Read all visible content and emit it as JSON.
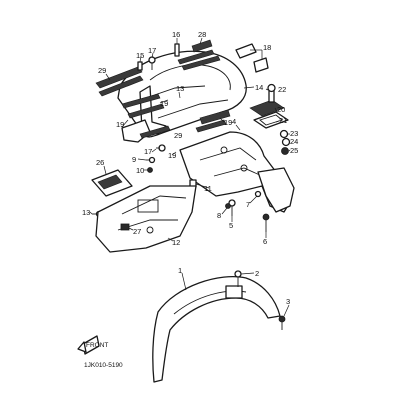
{
  "callouts": [
    "1",
    "2",
    "3",
    "4",
    "5",
    "6",
    "7",
    "8",
    "9",
    "10",
    "11",
    "12",
    "13",
    "14",
    "15",
    "16",
    "17",
    "18",
    "19",
    "20",
    "21",
    "22",
    "23",
    "24",
    "25",
    "26",
    "27",
    "28",
    "29"
  ],
  "diagram_code": "1JK010-5190",
  "front_mark": "FRONT"
}
